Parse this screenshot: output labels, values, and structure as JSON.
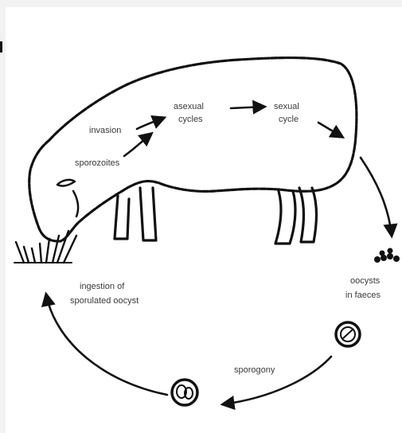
{
  "diagram": {
    "labels": {
      "invasion": "invasion",
      "asexual_line1": "asexual",
      "asexual_line2": "cycles",
      "sexual_line1": "sexual",
      "sexual_line2": "cycle",
      "sporozoites": "sporozoites",
      "ingestion_line1": "ingestion of",
      "ingestion_line2": "sporulated oocyst",
      "oocysts_line1": "oocysts",
      "oocysts_line2": "in faeces",
      "sporogony": "sporogony"
    },
    "ink_color": "#111111",
    "label_color": "#3a3a3a"
  }
}
